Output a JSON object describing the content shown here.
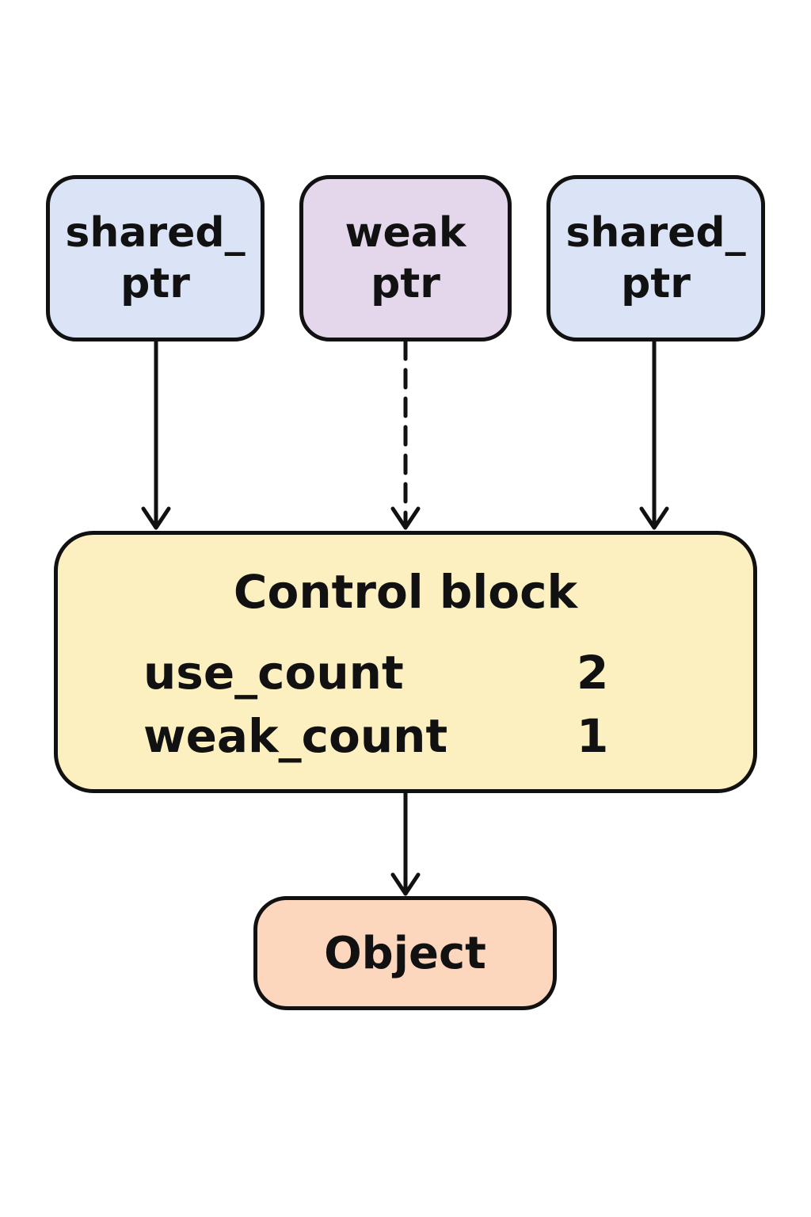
{
  "pointers": [
    {
      "line1": "shared_",
      "line2": "ptr"
    },
    {
      "line1": "weak",
      "line2": "ptr"
    },
    {
      "line1": "shared_",
      "line2": "ptr"
    }
  ],
  "control_block": {
    "title": "Control block",
    "fields": [
      {
        "label": "use_count",
        "value": "2"
      },
      {
        "label": "weak_count",
        "value": "1"
      }
    ]
  },
  "object": {
    "label": "Object"
  },
  "colors": {
    "shared_ptr_fill": "#dbe4f6",
    "weak_ptr_fill": "#e4d7ec",
    "control_block_fill": "#fdf0c0",
    "object_fill": "#fcd6bd",
    "stroke": "#111111"
  },
  "connections": [
    {
      "from": "shared_ptr-left",
      "to": "control-block",
      "style": "solid"
    },
    {
      "from": "weak_ptr",
      "to": "control-block",
      "style": "dashed"
    },
    {
      "from": "shared_ptr-right",
      "to": "control-block",
      "style": "solid"
    },
    {
      "from": "control-block",
      "to": "object",
      "style": "solid"
    }
  ]
}
